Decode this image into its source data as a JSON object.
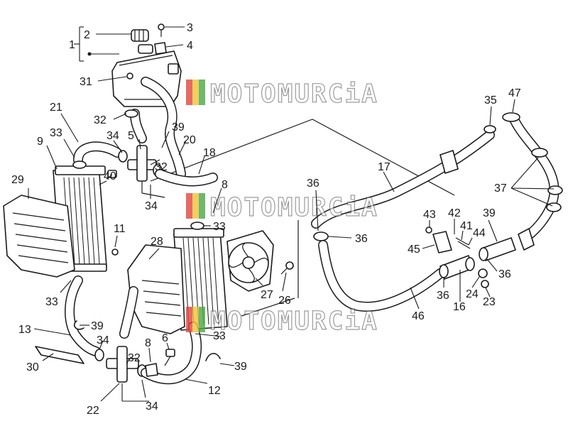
{
  "watermark": {
    "text": "MOTOMURCiA",
    "colors": [
      "#e0463c",
      "#f0c23a",
      "#4aa845"
    ]
  },
  "callouts": [
    {
      "id": "1",
      "label": "1"
    },
    {
      "id": "2",
      "label": "2"
    },
    {
      "id": "3",
      "label": "3"
    },
    {
      "id": "4",
      "label": "4"
    },
    {
      "id": "31",
      "label": "31"
    },
    {
      "id": "32a",
      "label": "32"
    },
    {
      "id": "5",
      "label": "5"
    },
    {
      "id": "39a",
      "label": "39"
    },
    {
      "id": "20",
      "label": "20"
    },
    {
      "id": "21",
      "label": "21"
    },
    {
      "id": "33a",
      "label": "33"
    },
    {
      "id": "34a",
      "label": "34"
    },
    {
      "id": "32b",
      "label": "32"
    },
    {
      "id": "18",
      "label": "18"
    },
    {
      "id": "9",
      "label": "9"
    },
    {
      "id": "40",
      "label": "40"
    },
    {
      "id": "34b",
      "label": "34"
    },
    {
      "id": "8a",
      "label": "8"
    },
    {
      "id": "29",
      "label": "29"
    },
    {
      "id": "11",
      "label": "11"
    },
    {
      "id": "33b",
      "label": "33"
    },
    {
      "id": "28",
      "label": "28"
    },
    {
      "id": "33c",
      "label": "33"
    },
    {
      "id": "27",
      "label": "27"
    },
    {
      "id": "26",
      "label": "26"
    },
    {
      "id": "13",
      "label": "13"
    },
    {
      "id": "39b",
      "label": "39"
    },
    {
      "id": "34c",
      "label": "34"
    },
    {
      "id": "30",
      "label": "30"
    },
    {
      "id": "8b",
      "label": "8"
    },
    {
      "id": "6",
      "label": "6"
    },
    {
      "id": "33d",
      "label": "33"
    },
    {
      "id": "32c",
      "label": "32"
    },
    {
      "id": "39c",
      "label": "39"
    },
    {
      "id": "12",
      "label": "12"
    },
    {
      "id": "22",
      "label": "22"
    },
    {
      "id": "34d",
      "label": "34"
    },
    {
      "id": "35",
      "label": "35"
    },
    {
      "id": "47",
      "label": "47"
    },
    {
      "id": "17",
      "label": "17"
    },
    {
      "id": "36a",
      "label": "36"
    },
    {
      "id": "36b",
      "label": "36"
    },
    {
      "id": "37",
      "label": "37"
    },
    {
      "id": "43",
      "label": "43"
    },
    {
      "id": "42",
      "label": "42"
    },
    {
      "id": "41",
      "label": "41"
    },
    {
      "id": "44",
      "label": "44"
    },
    {
      "id": "45",
      "label": "45"
    },
    {
      "id": "39d",
      "label": "39"
    },
    {
      "id": "36c",
      "label": "36"
    },
    {
      "id": "36d",
      "label": "36"
    },
    {
      "id": "24",
      "label": "24"
    },
    {
      "id": "23",
      "label": "23"
    },
    {
      "id": "16",
      "label": "16"
    },
    {
      "id": "46",
      "label": "46"
    }
  ]
}
